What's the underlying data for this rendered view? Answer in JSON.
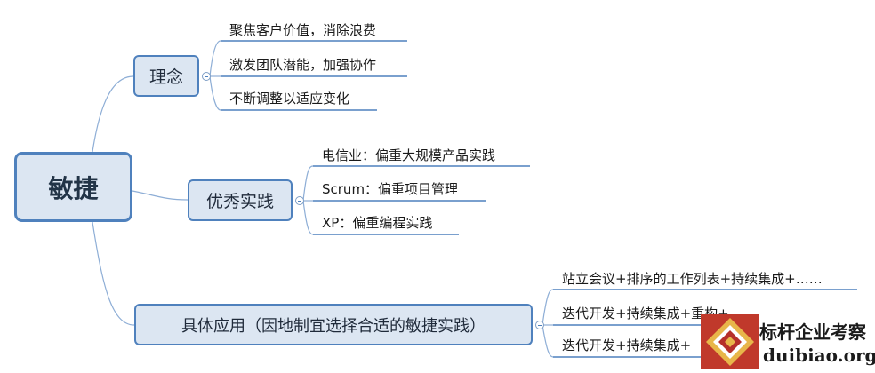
{
  "root": {
    "label": "敏捷"
  },
  "branches": [
    {
      "label": "理念",
      "children": [
        "聚焦客户价值，消除浪费",
        "激发团队潜能，加强协作",
        "不断调整以适应变化"
      ]
    },
    {
      "label": "优秀实践",
      "children": [
        "电信业：偏重大规模产品实践",
        "Scrum：偏重项目管理",
        "XP：偏重编程实践"
      ]
    },
    {
      "label": "具体应用（因地制宜选择合适的敏捷实践）",
      "children": [
        "站立会议+排序的工作列表+持续集成+……",
        "迭代开发+持续集成+重构+……",
        "迭代开发+持续集成+"
      ]
    }
  ],
  "watermark": {
    "name": "标杆企业考察",
    "domain": "duibiao.org"
  },
  "colors": {
    "node_fill": "#dce6f2",
    "node_border": "#4f81bd",
    "connector": "#7f9fc6",
    "leaf_underline": "#4f81bd"
  }
}
